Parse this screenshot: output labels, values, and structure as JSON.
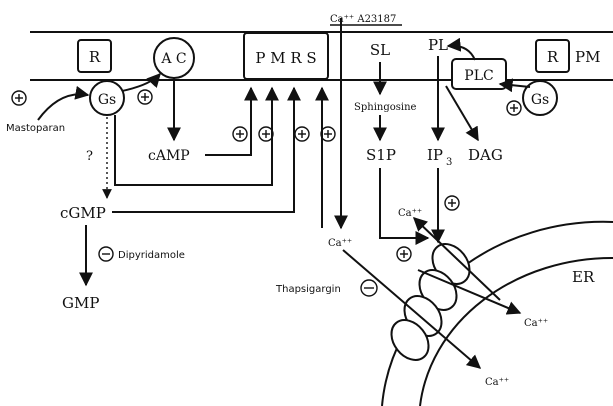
{
  "membrane": {
    "label_pm": "PM",
    "receptor_left": "R",
    "receptor_right": "R"
  },
  "proteins": {
    "gs_left": "Gs",
    "gs_right": "Gs",
    "ac": "A C",
    "pmrs": "P M R S",
    "plc": "PLC"
  },
  "molecules": {
    "ca_ionophore": "Ca⁺⁺ A23187",
    "sl": "SL",
    "pl": "PL",
    "sphingosine": "Sphingosine",
    "s1p": "S1P",
    "ip3_main": "IP",
    "ip3_sub": "3",
    "dag": "DAG",
    "camp": "cAMP",
    "cgmp": "cGMP",
    "gmp": "GMP",
    "ca_cyto": "Ca⁺⁺",
    "ca_er_top": "Ca⁺⁺",
    "ca_er_right": "Ca⁺⁺",
    "ca_er_bottom": "Ca⁺⁺"
  },
  "drugs": {
    "mastoparan": "Mastoparan",
    "dipyridamole": "Dipyridamole",
    "thapsigargin": "Thapsigargin"
  },
  "organelle": {
    "er": "ER"
  },
  "signs": {
    "unknown": "?",
    "plus": "+",
    "minus": "−"
  }
}
